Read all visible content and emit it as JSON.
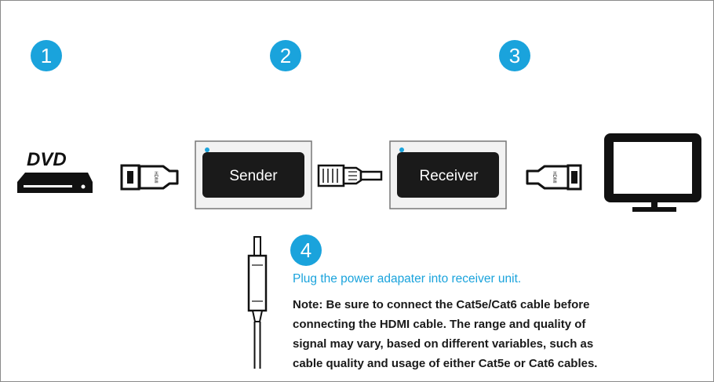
{
  "steps": [
    {
      "number": "1"
    },
    {
      "number": "2"
    },
    {
      "number": "3"
    },
    {
      "number": "4"
    }
  ],
  "devices": {
    "dvd_logo": "DVD",
    "sender_label": "Sender",
    "receiver_label": "Receiver",
    "hdmi_text": "HDMI"
  },
  "instructions": {
    "plug_text": "Plug the power adapater into receiver unit.",
    "note_lines": [
      "Note: Be sure to connect the Cat5e/Cat6 cable before",
      "connecting the HDMI cable. The range and quality of",
      "signal may vary, based on different variables, such as",
      "cable quality and usage of either Cat5e or Cat6 cables."
    ]
  },
  "colors": {
    "accent": "#1aa3dc",
    "device_dark": "#1a1a1a",
    "text": "#1a1a1a",
    "background": "#ffffff"
  },
  "icons": [
    "dvd-player-icon",
    "hdmi-plug-icon",
    "ethernet-plug-icon",
    "monitor-icon",
    "power-cable-icon"
  ]
}
